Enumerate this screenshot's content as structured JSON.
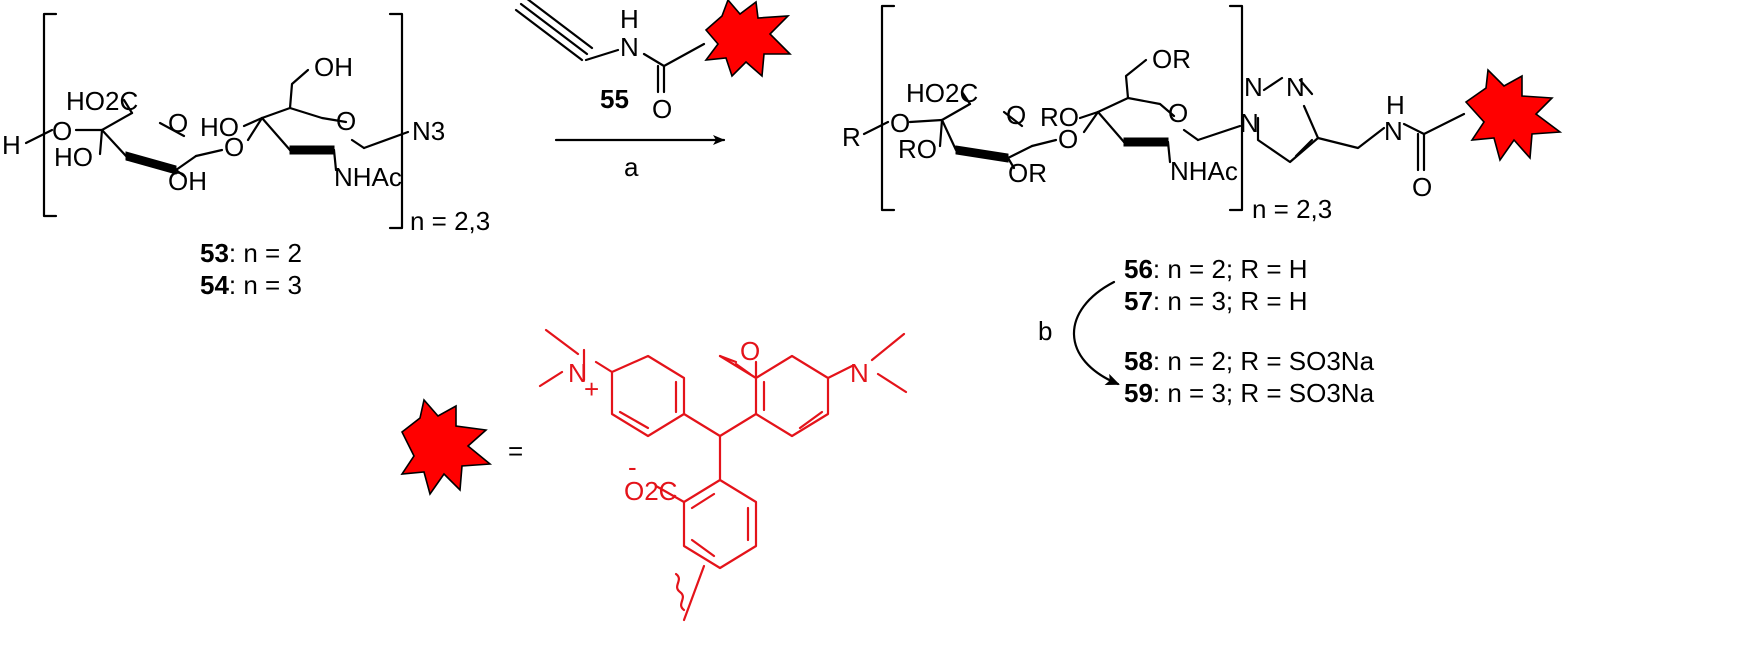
{
  "colors": {
    "fluorophore": "#ff0000",
    "rhodamine": "#e4131a"
  },
  "left": {
    "atoms": {
      "oh_top": "OH",
      "ho2c": "HO2C",
      "ho_mid": "HO",
      "h": "H",
      "ho_low": "HO",
      "oh_low": "OH",
      "n3": "N3",
      "nhac": "NHAc",
      "o": "O"
    },
    "repeat": "n = 2,3",
    "compounds": [
      {
        "id": "53",
        "rest": ": n = 2"
      },
      {
        "id": "54",
        "rest": ": n = 3"
      }
    ]
  },
  "reagent": {
    "atoms": {
      "h": "H",
      "n": "N",
      "o": "O"
    },
    "id": "55",
    "step": "a"
  },
  "right": {
    "atoms": {
      "or_top": "OR",
      "ho2c": "HO2C",
      "ro": "RO",
      "r": "R",
      "ro_low": "RO",
      "or_low": "OR",
      "nhac": "NHAc",
      "n": "N",
      "h": "H",
      "o": "O"
    },
    "repeat": "n = 2,3",
    "compounds": [
      {
        "id": "56",
        "rest": ": n = 2; R = H"
      },
      {
        "id": "57",
        "rest": ": n = 3; R = H"
      },
      {
        "id": "58",
        "rest": ": n = 2; R = SO3Na"
      },
      {
        "id": "59",
        "rest": ": n = 3; R = SO3Na"
      }
    ],
    "step": "b"
  },
  "legend": {
    "equals": "=",
    "atoms": {
      "n": "N",
      "o": "O",
      "plus": "+",
      "minus": "-",
      "o2c": "O2C"
    }
  }
}
